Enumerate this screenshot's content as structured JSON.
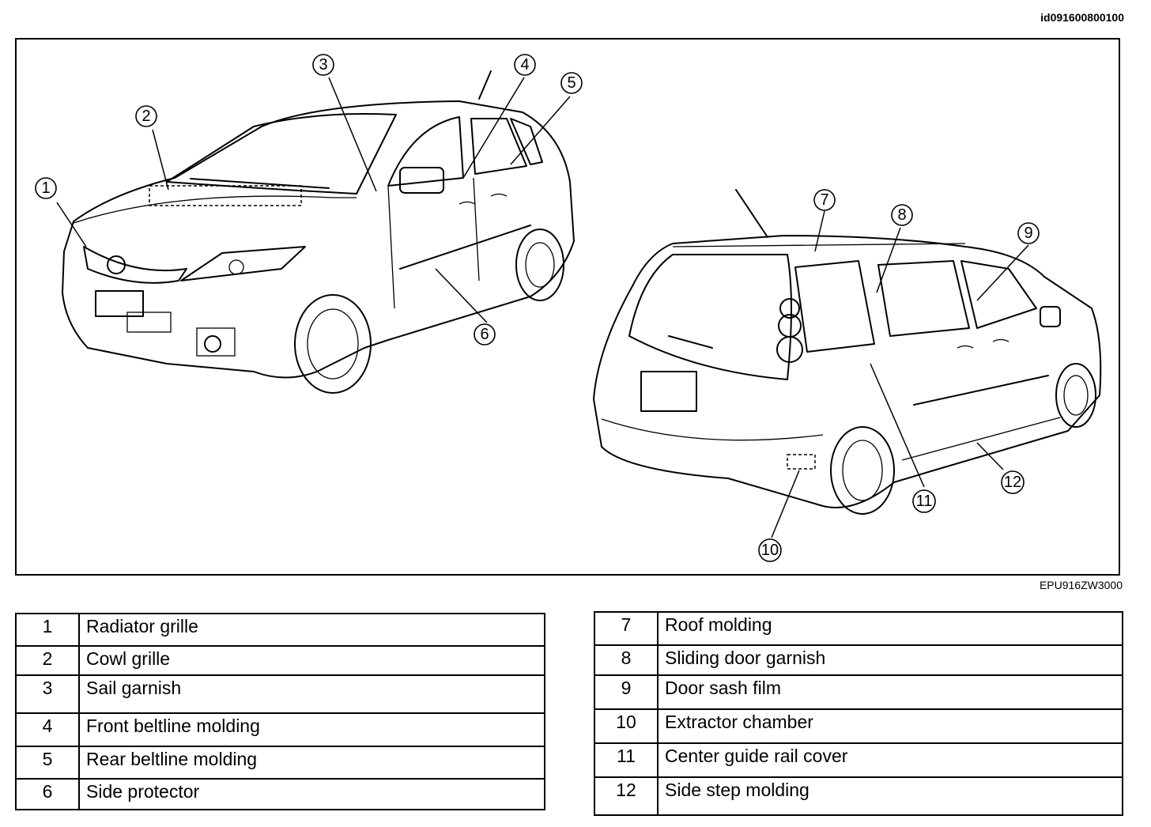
{
  "document": {
    "doc_id": "id091600800100",
    "figure_code": "EPU916ZW3000"
  },
  "callouts": [
    "1",
    "2",
    "3",
    "4",
    "5",
    "6",
    "7",
    "8",
    "9",
    "10",
    "11",
    "12"
  ],
  "legend_left": [
    {
      "num": "1",
      "label": "Radiator grille"
    },
    {
      "num": "2",
      "label": "Cowl grille"
    },
    {
      "num": "3",
      "label": "Sail garnish"
    },
    {
      "num": "4",
      "label": "Front beltline molding"
    },
    {
      "num": "5",
      "label": "Rear beltline molding"
    },
    {
      "num": "6",
      "label": "Side protector"
    }
  ],
  "legend_right": [
    {
      "num": "7",
      "label": "Roof molding"
    },
    {
      "num": "8",
      "label": "Sliding door garnish"
    },
    {
      "num": "9",
      "label": "Door sash film"
    },
    {
      "num": "10",
      "label": "Extractor chamber"
    },
    {
      "num": "11",
      "label": "Center guide rail cover"
    },
    {
      "num": "12",
      "label": "Side step molding"
    }
  ]
}
